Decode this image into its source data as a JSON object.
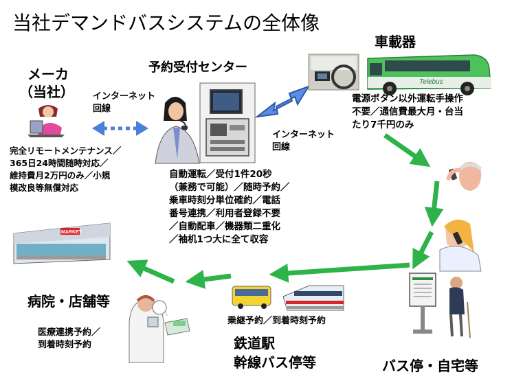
{
  "title": "当社デマンドバスシステムの全体像",
  "maker": {
    "title_line1": "メーカ",
    "title_line2": "（当社）",
    "notes": [
      "完全リモートメンテナンス／",
      "365日24時間随時対応／",
      "維持費月2万円のみ／小規",
      "模改良等無償対応"
    ]
  },
  "internet_left": [
    "インターネット",
    "回線"
  ],
  "center": {
    "title": "予約受付センター",
    "notes": [
      "自動運転／受付1件20秒",
      "（兼務で可能）／随時予約／",
      "乗車時刻分単位確約／電話",
      "番号連携／利用者登録不要",
      "／自動配車／機器類二重化",
      "／袖机1つ大に全て収容"
    ]
  },
  "internet_right": [
    "インターネット",
    "回線"
  ],
  "vehicle": {
    "title": "車載器",
    "bus_text": "Telebus",
    "notes": [
      "電源ボタン以外運転手操作",
      "不要／通信費最大月・台当",
      "たり7千円のみ"
    ]
  },
  "hospital": {
    "title": "病院・店舗等",
    "sign": "MARKET",
    "notes": [
      "医療連携予約／",
      "到着時刻予約"
    ]
  },
  "station": {
    "notes": "乗継予約／到着時刻予約",
    "title_line1": "鉄道駅",
    "title_line2": "幹線バス停等"
  },
  "busstop": {
    "title": "バス停・自宅等"
  },
  "colors": {
    "green_arrow": "#2DB34A",
    "blue_arrow": "#4E7FD6",
    "bus_green": "#4CC15C"
  },
  "icons": [
    "laptop-person-icon",
    "operator-icon",
    "reservation-server-icon",
    "bus-cab-icon",
    "minibus-icon",
    "phone-elder-icon",
    "phone-woman-icon",
    "bus-stop-sign-icon",
    "elder-cane-icon",
    "supermarket-icon",
    "doctor-icon",
    "city-bus-icon",
    "train-icon"
  ]
}
